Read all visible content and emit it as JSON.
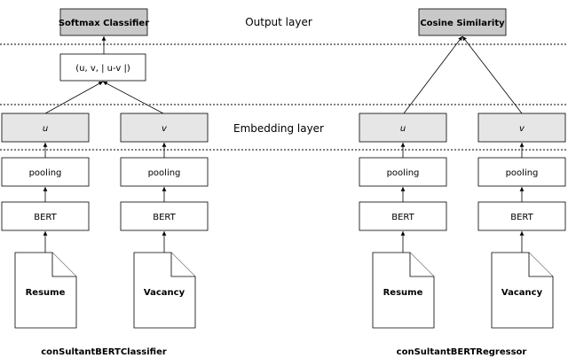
{
  "layers": {
    "output": "Output layer",
    "embedding": "Embedding layer"
  },
  "left_model": {
    "caption": "conSultantBERTClassifier",
    "top_box": "Softmax Classifier",
    "concat_box": "(u, v, | u-v |)",
    "embed_u": "u",
    "embed_v": "v",
    "pooling": "pooling",
    "bert": "BERT",
    "doc_resume": "Resume",
    "doc_vacancy": "Vacancy"
  },
  "right_model": {
    "caption": "conSultantBERTRegressor",
    "top_box": "Cosine Similarity",
    "embed_u": "u",
    "embed_v": "v",
    "pooling": "pooling",
    "bert": "BERT",
    "doc_resume": "Resume",
    "doc_vacancy": "Vacancy"
  },
  "colors": {
    "top_box_fill": "#c8c8c8",
    "embed_box_fill": "#e6e6e6",
    "line": "#000000"
  }
}
